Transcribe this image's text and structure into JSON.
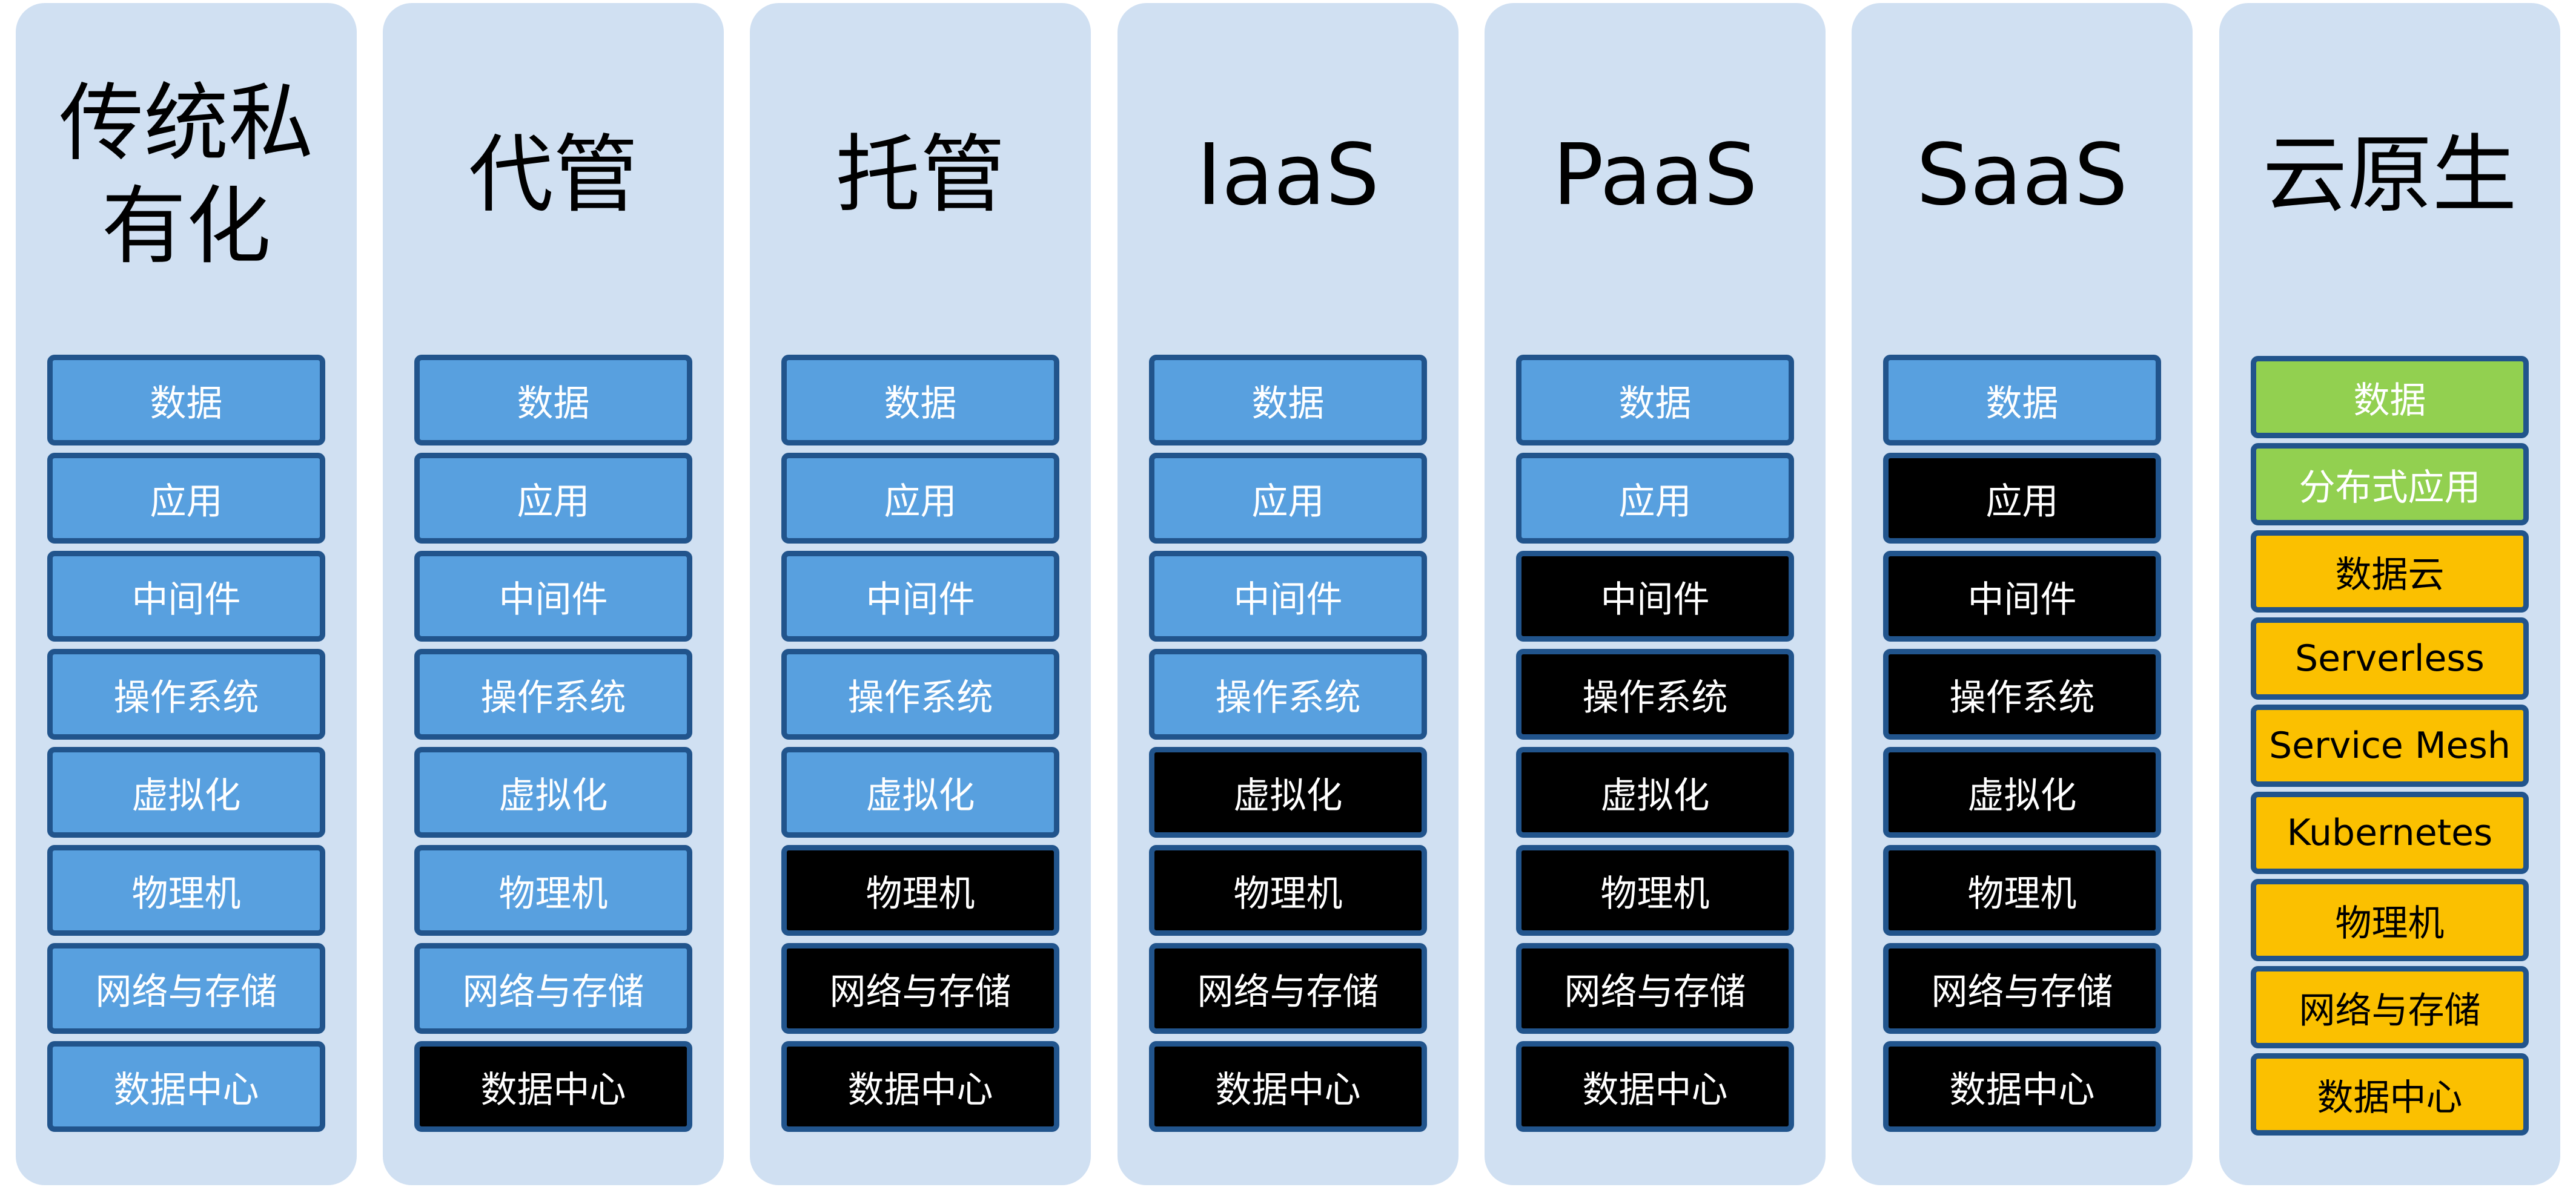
{
  "columns": [
    {
      "title": [
        "传统私",
        "有化"
      ],
      "layers": [
        "数据",
        "应用",
        "中间件",
        "操作系统",
        "虚拟化",
        "物理机",
        "网络与存储",
        "数据中心"
      ],
      "styles": [
        "blue",
        "blue",
        "blue",
        "blue",
        "blue",
        "blue",
        "blue",
        "blue"
      ]
    },
    {
      "title": [
        "代管"
      ],
      "layers": [
        "数据",
        "应用",
        "中间件",
        "操作系统",
        "虚拟化",
        "物理机",
        "网络与存储",
        "数据中心"
      ],
      "styles": [
        "blue",
        "blue",
        "blue",
        "blue",
        "blue",
        "blue",
        "blue",
        "black"
      ]
    },
    {
      "title": [
        "托管"
      ],
      "layers": [
        "数据",
        "应用",
        "中间件",
        "操作系统",
        "虚拟化",
        "物理机",
        "网络与存储",
        "数据中心"
      ],
      "styles": [
        "blue",
        "blue",
        "blue",
        "blue",
        "blue",
        "black",
        "black",
        "black"
      ]
    },
    {
      "title": [
        "IaaS"
      ],
      "layers": [
        "数据",
        "应用",
        "中间件",
        "操作系统",
        "虚拟化",
        "物理机",
        "网络与存储",
        "数据中心"
      ],
      "styles": [
        "blue",
        "blue",
        "blue",
        "blue",
        "black",
        "black",
        "black",
        "black"
      ]
    },
    {
      "title": [
        "PaaS"
      ],
      "layers": [
        "数据",
        "应用",
        "中间件",
        "操作系统",
        "虚拟化",
        "物理机",
        "网络与存储",
        "数据中心"
      ],
      "styles": [
        "blue",
        "blue",
        "black",
        "black",
        "black",
        "black",
        "black",
        "black"
      ]
    },
    {
      "title": [
        "SaaS"
      ],
      "layers": [
        "数据",
        "应用",
        "中间件",
        "操作系统",
        "虚拟化",
        "物理机",
        "网络与存储",
        "数据中心"
      ],
      "styles": [
        "blue",
        "black",
        "black",
        "black",
        "black",
        "black",
        "black",
        "black"
      ]
    },
    {
      "title": [
        "云原生"
      ],
      "layers": [
        "数据",
        "分布式应用",
        "数据云",
        "Serverless",
        "Service Mesh",
        "Kubernetes",
        "物理机",
        "网络与存储",
        "数据中心"
      ],
      "styles": [
        "green",
        "green",
        "orange",
        "orange",
        "orange",
        "orange",
        "orange",
        "orange",
        "orange"
      ]
    }
  ],
  "colors": {
    "column_bg": "#d0e0f2",
    "cell_border": "#21548c",
    "blue": "#58a0df",
    "black": "#000000",
    "green": "#92d050",
    "orange": "#fbc000"
  }
}
